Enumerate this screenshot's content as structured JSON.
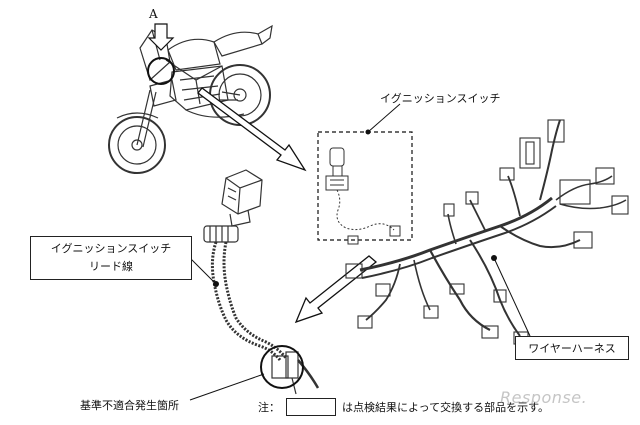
{
  "labels": {
    "marker": "A",
    "ignition_switch": "イグニッションスイッチ",
    "lead_line_1": "イグニッションスイッチ",
    "lead_line_2": "リード線",
    "wire_harness": "ワイヤーハーネス",
    "nonconformity_location": "基準不適合発生箇所"
  },
  "note": {
    "prefix": "注：",
    "text": "は点検結果によって交換する部品を示す。"
  },
  "watermark": "Response."
}
